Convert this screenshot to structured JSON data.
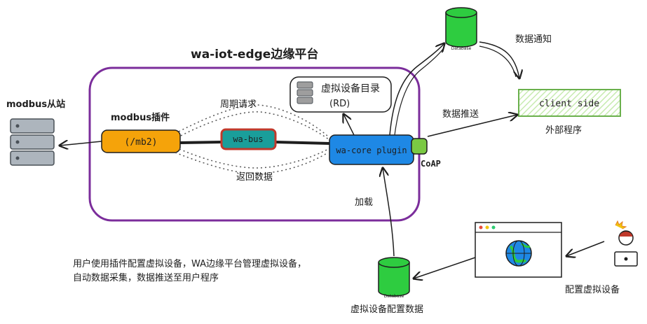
{
  "platform": {
    "title": "wa-iot-edge边缘平台"
  },
  "nodes": {
    "modbus_slave": {
      "label": "modbus从站"
    },
    "modbus_plugin": {
      "caption": "modbus插件",
      "label": "(/mb2)"
    },
    "wa_bus": {
      "label": "wa-bus"
    },
    "wa_core": {
      "label": "wa-core plugin"
    },
    "coap": {
      "label": "CoAP"
    },
    "rd": {
      "line1": "虚拟设备目录",
      "line2": "(RD)"
    },
    "db_top": {
      "tag": "Database"
    },
    "db_bottom": {
      "tag": "Database",
      "caption": "虚拟设备配置数据"
    },
    "client": {
      "label": "client side",
      "caption": "外部程序"
    },
    "config": {
      "caption": "配置虚拟设备"
    }
  },
  "edges": {
    "periodic_request": "周期请求",
    "return_data": "返回数据",
    "data_notify": "数据通知",
    "data_push": "数据推送",
    "load": "加载"
  },
  "description": {
    "line1": "用户使用插件配置虚拟设备，WA边缘平台管理虚拟设备，",
    "line2": "自动数据采集，数据推送至用户程序"
  },
  "colors": {
    "platform_border": "#7b2d9b",
    "plugin_fill": "#f5a30a",
    "bus_fill": "#1a9e9a",
    "bus_border": "#c0392b",
    "core_fill": "#1e88e5",
    "coap_fill": "#7ac943",
    "db_fill": "#2ecc40",
    "client_fill": "#d9f2c7",
    "client_border": "#6ab04c",
    "server_fill": "#adb5bd"
  }
}
